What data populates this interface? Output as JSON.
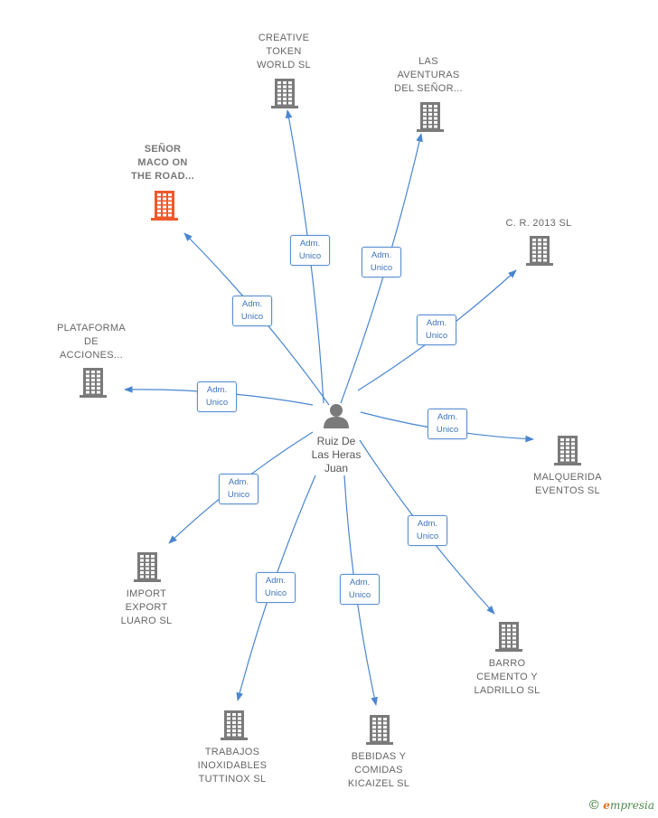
{
  "center": {
    "lines": [
      "Ruiz De",
      "Las Heras",
      "Juan"
    ],
    "icon": "person-icon"
  },
  "edge_label": {
    "line1": "Adm.",
    "line2": "Unico"
  },
  "colors": {
    "edge": "#4a86d0",
    "building": "#7a7a7a",
    "highlight": "#f0582b",
    "person": "#7a7a7a"
  },
  "nodes": [
    {
      "id": "creative-token",
      "lines": [
        "CREATIVE",
        "TOKEN",
        "WORLD  SL"
      ],
      "highlight": false
    },
    {
      "id": "las-aventuras",
      "lines": [
        "LAS",
        "AVENTURAS",
        "DEL SEÑOR..."
      ],
      "highlight": false
    },
    {
      "id": "senor-maco",
      "lines": [
        "SEÑOR",
        "MACO ON",
        "THE ROAD..."
      ],
      "highlight": true
    },
    {
      "id": "cr-2013",
      "lines": [
        "C.  R. 2013  SL"
      ],
      "highlight": false
    },
    {
      "id": "plataforma",
      "lines": [
        "PLATAFORMA",
        "DE",
        "ACCIONES..."
      ],
      "highlight": false
    },
    {
      "id": "malquerida",
      "lines": [
        "MALQUERIDA",
        "EVENTOS  SL"
      ],
      "highlight": false
    },
    {
      "id": "import-export",
      "lines": [
        "IMPORT",
        "EXPORT",
        "LUARO SL"
      ],
      "highlight": false
    },
    {
      "id": "barro-cemento",
      "lines": [
        "BARRO",
        "CEMENTO Y",
        "LADRILLO  SL"
      ],
      "highlight": false
    },
    {
      "id": "trabajos-inox",
      "lines": [
        "TRABAJOS",
        "INOXIDABLES",
        "TUTTINOX  SL"
      ],
      "highlight": false
    },
    {
      "id": "bebidas-comidas",
      "lines": [
        "BEBIDAS Y",
        "COMIDAS",
        "KICAIZEL  SL"
      ],
      "highlight": false
    }
  ],
  "brand": {
    "copyright": "©",
    "e": "e",
    "rest": "mpresia"
  }
}
